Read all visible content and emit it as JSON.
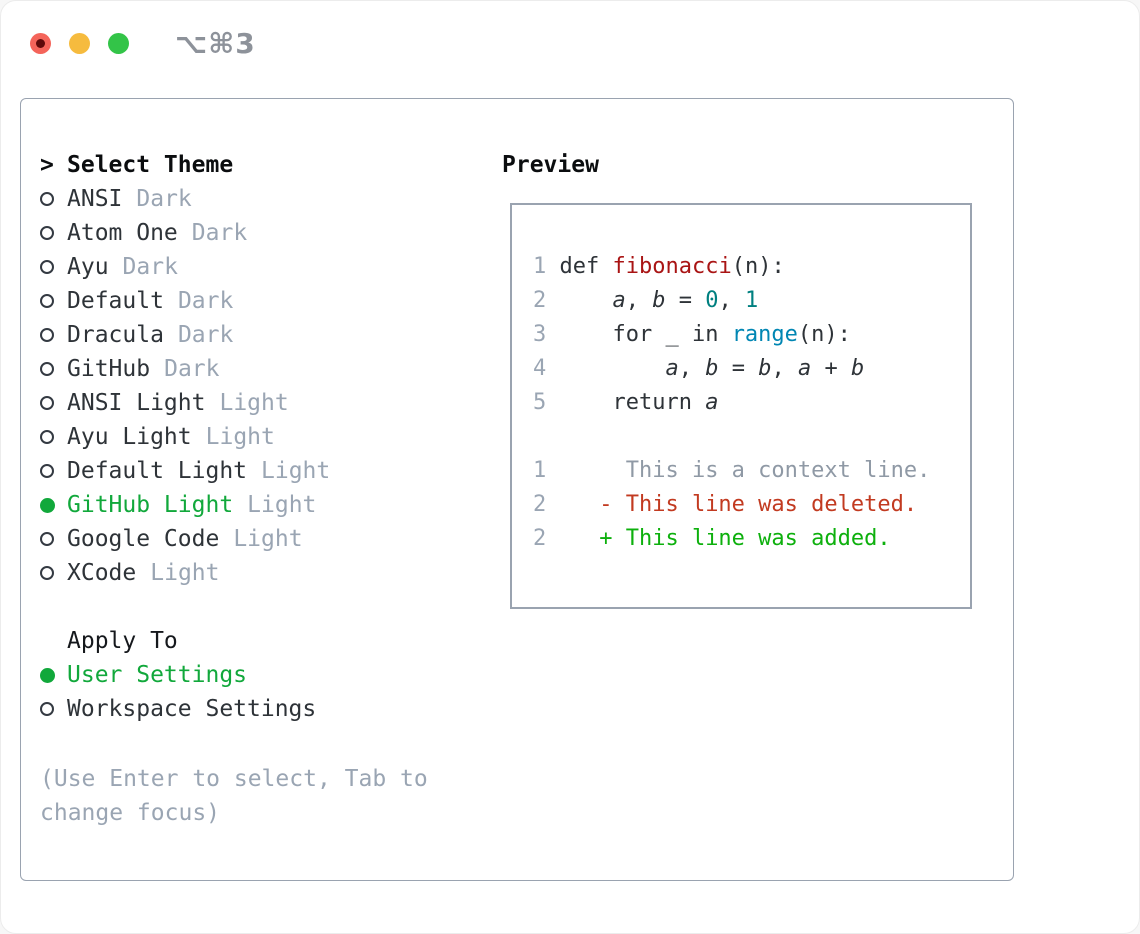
{
  "window": {
    "title": "⌥⌘3",
    "traffic_lights": [
      {
        "name": "close-button"
      },
      {
        "name": "minimize-button"
      },
      {
        "name": "zoom-button"
      }
    ]
  },
  "theme_panel": {
    "header_prefix": ">",
    "header_label": "Select Theme",
    "themes": [
      {
        "name": "ANSI",
        "tag": "Dark",
        "selected": false
      },
      {
        "name": "Atom One",
        "tag": "Dark",
        "selected": false
      },
      {
        "name": "Ayu",
        "tag": "Dark",
        "selected": false
      },
      {
        "name": "Default",
        "tag": "Dark",
        "selected": false
      },
      {
        "name": "Dracula",
        "tag": "Dark",
        "selected": false
      },
      {
        "name": "GitHub",
        "tag": "Dark",
        "selected": false
      },
      {
        "name": "ANSI Light",
        "tag": "Light",
        "selected": false
      },
      {
        "name": "Ayu Light",
        "tag": "Light",
        "selected": false
      },
      {
        "name": "Default Light",
        "tag": "Light",
        "selected": false
      },
      {
        "name": "GitHub Light",
        "tag": "Light",
        "selected": true
      },
      {
        "name": "Google Code",
        "tag": "Light",
        "selected": false
      },
      {
        "name": "XCode",
        "tag": "Light",
        "selected": false
      }
    ],
    "apply_to": {
      "label": "Apply To",
      "options": [
        {
          "name": "User Settings",
          "selected": true
        },
        {
          "name": "Workspace Settings",
          "selected": false
        }
      ]
    },
    "hint": "(Use Enter to select, Tab to change focus)"
  },
  "preview": {
    "label": "Preview",
    "code_lines": [
      {
        "num": "1",
        "tokens": [
          {
            "t": " def ",
            "c": "code"
          },
          {
            "t": "fibonacci",
            "c": "title"
          },
          {
            "t": "(n):",
            "c": "code"
          }
        ]
      },
      {
        "num": "2",
        "tokens": [
          {
            "t": "     ",
            "c": "code"
          },
          {
            "t": "a",
            "c": "var"
          },
          {
            "t": ", ",
            "c": "code"
          },
          {
            "t": "b",
            "c": "var"
          },
          {
            "t": " = ",
            "c": "code"
          },
          {
            "t": "0",
            "c": "num"
          },
          {
            "t": ", ",
            "c": "code"
          },
          {
            "t": "1",
            "c": "num"
          }
        ]
      },
      {
        "num": "3",
        "tokens": [
          {
            "t": "     for _ in ",
            "c": "code"
          },
          {
            "t": "range",
            "c": "builtin"
          },
          {
            "t": "(n):",
            "c": "code"
          }
        ]
      },
      {
        "num": "4",
        "tokens": [
          {
            "t": "         ",
            "c": "code"
          },
          {
            "t": "a",
            "c": "var"
          },
          {
            "t": ", ",
            "c": "code"
          },
          {
            "t": "b",
            "c": "var"
          },
          {
            "t": " = ",
            "c": "code"
          },
          {
            "t": "b",
            "c": "var"
          },
          {
            "t": ", ",
            "c": "code"
          },
          {
            "t": "a",
            "c": "var"
          },
          {
            "t": " + ",
            "c": "code"
          },
          {
            "t": "b",
            "c": "var"
          }
        ]
      },
      {
        "num": "5",
        "tokens": [
          {
            "t": "     return ",
            "c": "code"
          },
          {
            "t": "a",
            "c": "var"
          }
        ]
      },
      {
        "num": "",
        "tokens": []
      },
      {
        "num": "1",
        "tokens": [
          {
            "t": "      This is a context line.",
            "c": "context"
          }
        ]
      },
      {
        "num": "2",
        "tokens": [
          {
            "t": "    - This line was deleted.",
            "c": "del"
          }
        ]
      },
      {
        "num": "2",
        "tokens": [
          {
            "t": "    + This line was added.",
            "c": "add"
          }
        ]
      }
    ]
  },
  "colors": {
    "text_dark": "#2e3338",
    "heading": "#0b0d0f",
    "muted_gray": "#9aa5b3",
    "selected_green": "#11a83b",
    "added_green": "#0db00d",
    "deleted_red": "#c23a20",
    "function_red": "#a91414",
    "number_teal": "#008080",
    "builtin_blue": "#0086b3",
    "border_gray": "#9aa3b0",
    "traffic_red": "#f4645a",
    "traffic_red_dot": "#5e0a0a",
    "traffic_yellow": "#f6bb3e",
    "traffic_green": "#33c448"
  }
}
